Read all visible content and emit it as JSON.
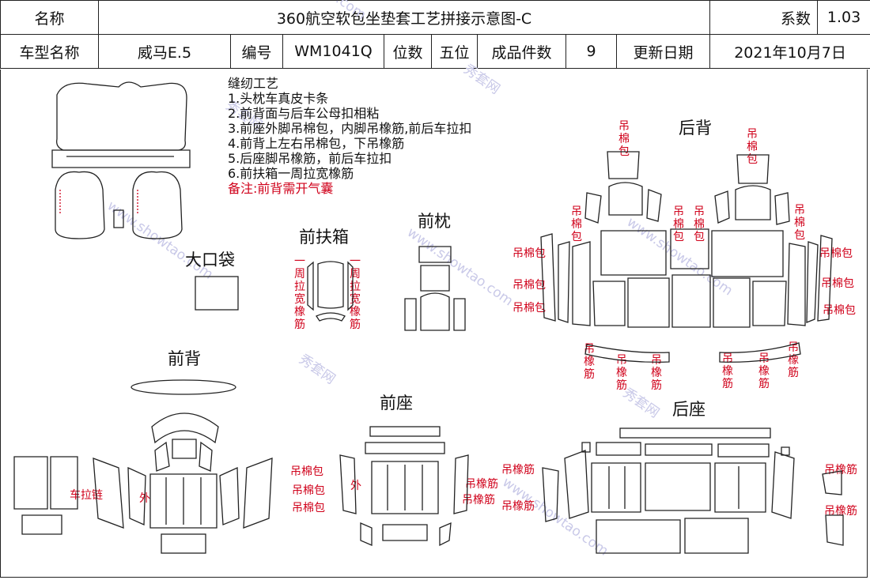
{
  "header": {
    "name_label": "名称",
    "title": "360航空软包坐垫套工艺拼接示意图-C",
    "coef_label": "系数",
    "coef_value": "1.03",
    "model_label": "车型名称",
    "model_value": "威马E.5",
    "code_label": "编号",
    "code_value": "WM1041Q",
    "seats_label": "位数",
    "seats_value": "五位",
    "pieces_label": "成品件数",
    "pieces_value": "9",
    "date_label": "更新日期",
    "date_value": "2021年10月7日"
  },
  "notes": {
    "title": "缝纫工艺",
    "items": [
      "1.头枕车真皮卡条",
      "2.前背面与后车公母扣相粘",
      "3.前座外脚吊棉包，内脚吊橡筋,前后车拉扣",
      "4.前背上左右吊棉包，下吊橡筋",
      "5.后座脚吊橡筋，前后车拉扣",
      "6.前扶箱一周拉宽橡筋"
    ],
    "remark": "备注:前背需开气囊"
  },
  "sections": {
    "back_rear": "后背",
    "front_headrest": "前枕",
    "front_armrest": "前扶箱",
    "big_pocket": "大口袋",
    "front_back": "前背",
    "front_seat": "前座",
    "rear_seat": "后座"
  },
  "labels": {
    "hang_cotton_pack": "吊棉包",
    "hang_elastic": "吊橡筋",
    "zipper": "车拉链",
    "outer": "外",
    "armrest_elastic": "一周拉宽橡筋"
  },
  "watermark": {
    "text_cn": "秀套网",
    "text_en": "www.showtao.com",
    "color": "#c9c9e8"
  },
  "colors": {
    "annotation": "#d0021b",
    "line": "#222222"
  }
}
